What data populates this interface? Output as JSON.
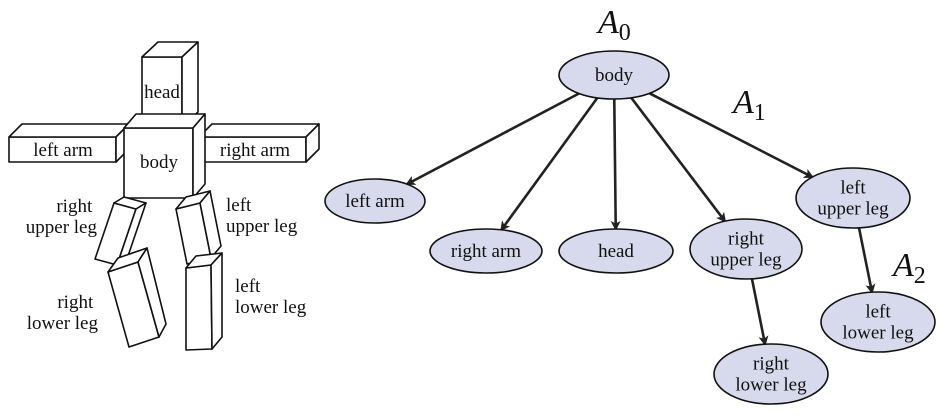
{
  "colors": {
    "node_fill": "#d7d9ec",
    "stroke": "#111111"
  },
  "figure_parts": {
    "head": "head",
    "body": "body",
    "left_arm": "left arm",
    "right_arm": "right arm",
    "right_upper_leg": [
      "right",
      "upper leg"
    ],
    "left_upper_leg": [
      "left",
      "upper leg"
    ],
    "right_lower_leg": [
      "right",
      "lower leg"
    ],
    "left_lower_leg": [
      "left",
      "lower leg"
    ]
  },
  "tree": {
    "nodes": {
      "body": [
        "body"
      ],
      "left_arm": [
        "left arm"
      ],
      "right_arm": [
        "right arm"
      ],
      "head": [
        "head"
      ],
      "right_upper_leg": [
        "right",
        "upper leg"
      ],
      "left_upper_leg": [
        "left",
        "upper leg"
      ],
      "right_lower_leg": [
        "right",
        "lower leg"
      ],
      "left_lower_leg": [
        "left",
        "lower leg"
      ]
    },
    "edges": [
      [
        "body",
        "left_arm"
      ],
      [
        "body",
        "right_arm"
      ],
      [
        "body",
        "head"
      ],
      [
        "body",
        "right_upper_leg"
      ],
      [
        "body",
        "left_upper_leg"
      ],
      [
        "right_upper_leg",
        "right_lower_leg"
      ],
      [
        "left_upper_leg",
        "left_lower_leg"
      ]
    ],
    "annotations": {
      "a0": {
        "letter": "A",
        "sub": "0"
      },
      "a1": {
        "letter": "A",
        "sub": "1"
      },
      "a2": {
        "letter": "A",
        "sub": "2"
      }
    }
  }
}
